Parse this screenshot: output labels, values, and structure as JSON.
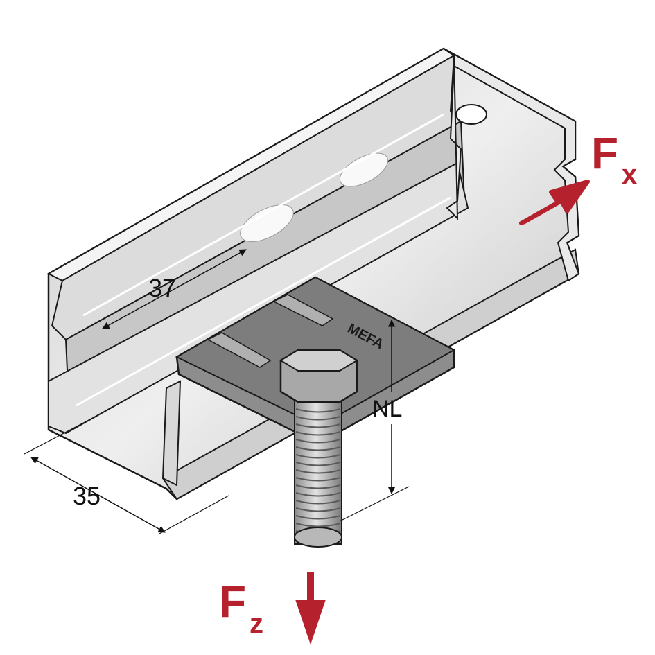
{
  "diagram": {
    "dimensions": {
      "slot_width": "37",
      "rail_width": "35",
      "nominal_length": "NL"
    },
    "forces": {
      "fx": {
        "symbol": "F",
        "subscript": "x",
        "color": "#b5222e"
      },
      "fz": {
        "symbol": "F",
        "subscript": "z",
        "color": "#b5222e"
      }
    },
    "plate_marking": "MEFA",
    "colors": {
      "rail_fill": "#d8d8d8",
      "rail_shade": "#b9b9b9",
      "plate_fill": "#8a8a8a",
      "outline": "#1a1a1a"
    }
  }
}
